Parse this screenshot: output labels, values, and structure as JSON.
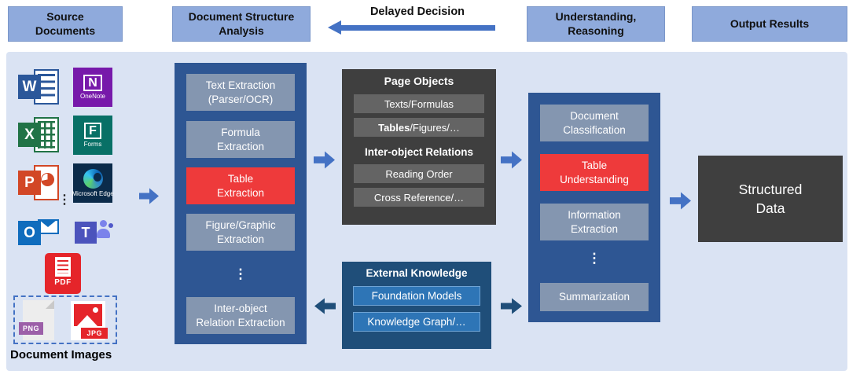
{
  "colors": {
    "accent_blue": "#4472C4",
    "panel_bg": "#DAE3F3",
    "header_fill": "#8FAADC",
    "column_fill": "#2E5693",
    "step_fill": "#8496B0",
    "highlight_red": "#EE3A3B",
    "dark_box": "#3F3F3F",
    "dark_item": "#646464",
    "knowledge_fill": "#1F4E79",
    "knowledge_item": "#2E75B6"
  },
  "headers": {
    "source": "Source\nDocuments",
    "structure": "Document Structure\nAnalysis",
    "delayed_decision": "Delayed Decision",
    "understanding": "Understanding,\nReasoning",
    "output": "Output Results"
  },
  "source_panel": {
    "icons": {
      "word": {
        "letter": "W"
      },
      "onenote": {
        "letter": "N",
        "caption": "OneNote"
      },
      "excel": {
        "letter": "X"
      },
      "forms": {
        "letter": "F",
        "caption": "Forms"
      },
      "powerpoint": {
        "letter": "P"
      },
      "edge": {
        "caption": "Microsoft Edge"
      },
      "outlook": {
        "letter": "O"
      },
      "teams": {
        "letter": "T"
      },
      "pdf": {
        "caption": "PDF"
      },
      "png": {
        "caption": "PNG"
      },
      "jpg": {
        "caption": "JPG"
      }
    },
    "ellipsis": "⋮",
    "caption": "Document Images"
  },
  "structure_column": {
    "steps": [
      {
        "label": "Text Extraction\n(Parser/OCR)"
      },
      {
        "label": "Formula\nExtraction"
      },
      {
        "label": "Table\nExtraction"
      },
      {
        "label": "Figure/Graphic\nExtraction"
      },
      {
        "label": "Inter-object\nRelation Extraction"
      }
    ],
    "ellipsis": "⋮"
  },
  "page_objects": {
    "title": "Page Objects",
    "item_texts_formulas": "Texts/Formulas",
    "item_tables_bold": "Tables",
    "item_tables_rest": "/Figures/…",
    "subtitle": "Inter-object Relations",
    "item_reading_order": "Reading Order",
    "item_cross_reference": "Cross Reference/…"
  },
  "external_knowledge": {
    "title": "External Knowledge",
    "items": [
      {
        "label": "Foundation Models"
      },
      {
        "label": "Knowledge Graph/…"
      }
    ]
  },
  "understanding_column": {
    "steps": [
      {
        "label": "Document\nClassification"
      },
      {
        "label": "Table\nUnderstanding"
      },
      {
        "label": "Information\nExtraction"
      },
      {
        "label": "Summarization"
      }
    ],
    "ellipsis": "⋮"
  },
  "output": {
    "label": "Structured\nData"
  }
}
